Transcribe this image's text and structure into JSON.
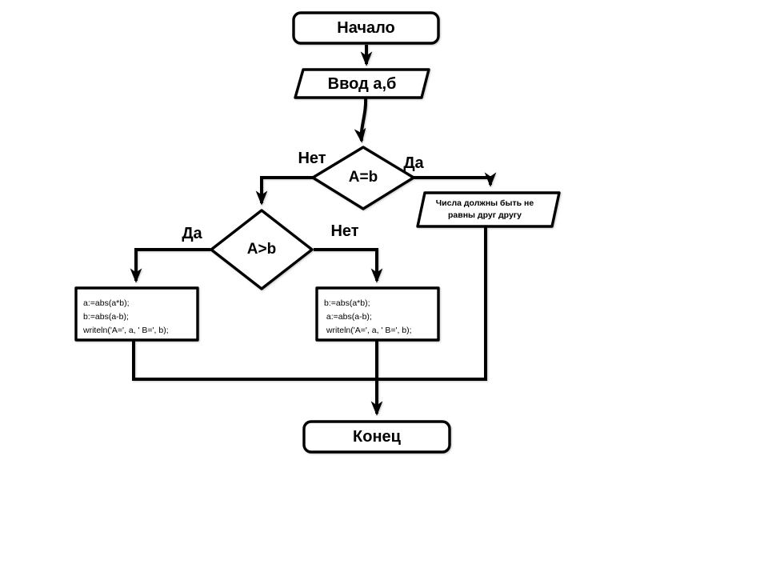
{
  "diagram": {
    "background": "#ffffff",
    "line_color": "#000000",
    "nodes": {
      "start": {
        "type": "terminator",
        "label": "Начало"
      },
      "input": {
        "type": "io",
        "label": "Ввод а,б"
      },
      "decision_equal": {
        "type": "decision",
        "label": "A=b"
      },
      "message": {
        "type": "io",
        "line1": "Числа должны быть не",
        "line2": "равны друг другу"
      },
      "decision_greater": {
        "type": "decision",
        "label": "A>b"
      },
      "process_left": {
        "type": "process",
        "lines": [
          "a:=abs(a*b);",
          "b:=abs(a-b);",
          "writeln('A=', a, ' B=', b);"
        ]
      },
      "process_right": {
        "type": "process",
        "lines": [
          "b:=abs(a*b);",
          " a:=abs(a-b);",
          " writeln('A=', a, ' B=', b);"
        ]
      },
      "end": {
        "type": "terminator",
        "label": "Конец"
      }
    },
    "edge_labels": {
      "equal_no": "Нет",
      "equal_yes": "Да",
      "greater_yes": "Да",
      "greater_no": "Нет"
    }
  }
}
